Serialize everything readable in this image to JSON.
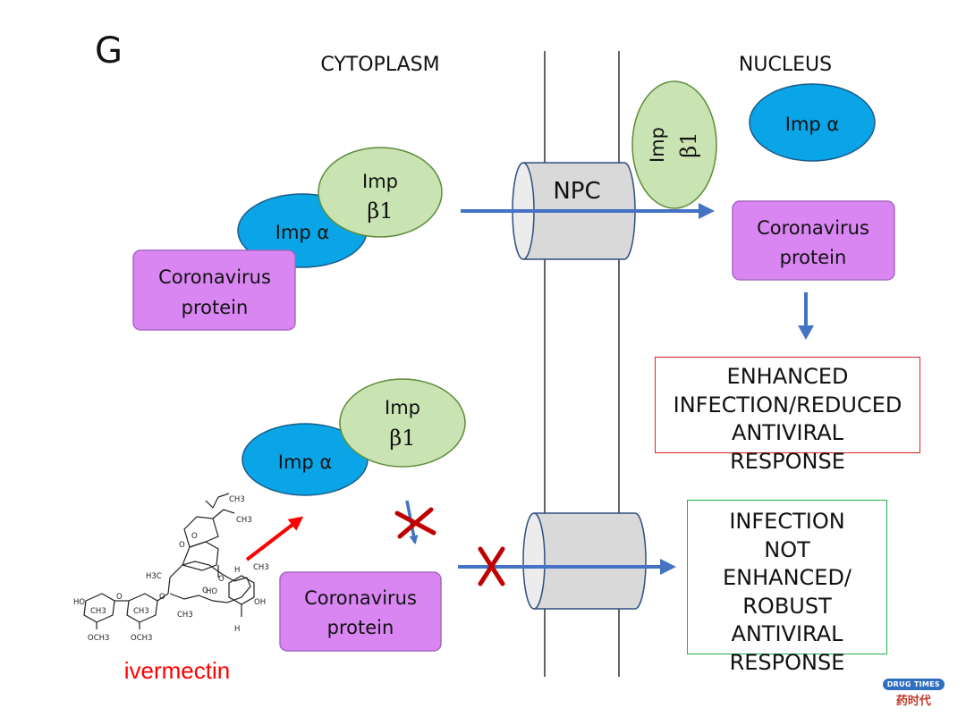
{
  "panel_letter": "G",
  "regions": {
    "cytoplasm": "CYTOPLASM",
    "nucleus": "NUCLEUS"
  },
  "npc_label": "NPC",
  "molecules": {
    "imp_alpha": "Imp α",
    "imp_beta1_line1": "Imp",
    "imp_beta1_line2": "β1",
    "coronavirus_line1": "Coronavirus",
    "coronavirus_line2": "protein"
  },
  "outcomes": {
    "enhanced": [
      "ENHANCED",
      "INFECTION/REDUCED",
      "ANTIVIRAL",
      "RESPONSE"
    ],
    "not_enhanced": [
      "INFECTION",
      "NOT",
      "ENHANCED/",
      "ROBUST",
      "ANTIVIRAL",
      "RESPONSE"
    ]
  },
  "drug": {
    "name": "ivermectin",
    "structure_labels": [
      "CH3",
      "CH3",
      "CH3",
      "H3C",
      "HO",
      "CH3",
      "O",
      "H",
      "HO",
      "OH",
      "H",
      "OCH3",
      "OCH3",
      "CH3",
      "CH3",
      "O",
      "O",
      "O",
      "O",
      "O"
    ]
  },
  "watermark": {
    "badge": "DRUG TIMES",
    "chinese": "药时代"
  },
  "colors": {
    "imp_alpha_fill": "#0aa5e6",
    "imp_beta_fill": "#c9e3b3",
    "imp_beta_stroke": "#5e8c3a",
    "coronavirus_fill": "#d986f2",
    "coronavirus_stroke": "#a768c2",
    "arrow_blue": "#4472c4",
    "inhibit_red": "#c00000",
    "ivermectin_red": "#ff0000",
    "npc_fill": "#d9d9d9",
    "npc_stroke": "#2f4f7f",
    "box_red": "#e02020",
    "box_green": "#22b14c"
  }
}
